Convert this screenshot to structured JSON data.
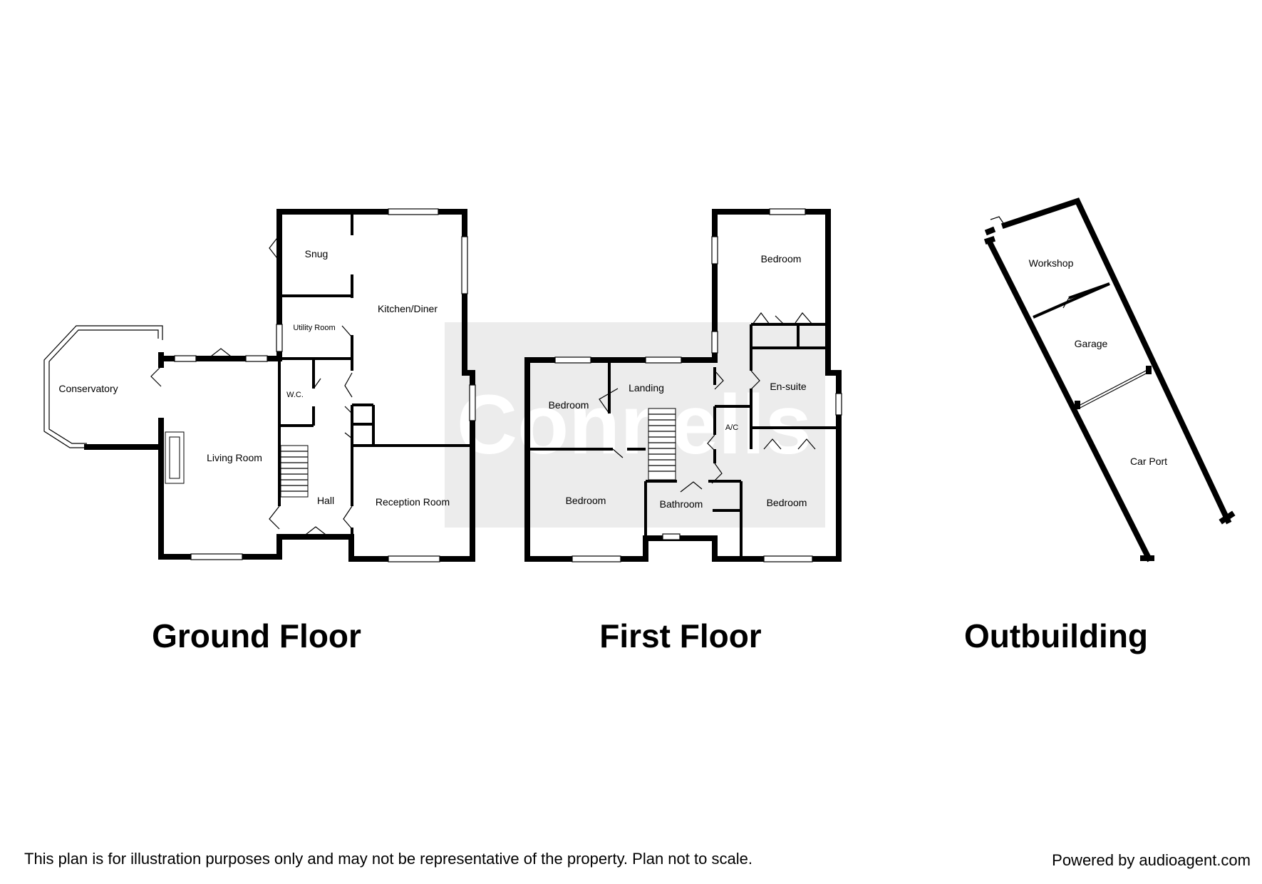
{
  "watermark": "Connells",
  "floors": {
    "ground": {
      "title": "Ground Floor",
      "rooms": {
        "conservatory": "Conservatory",
        "snug": "Snug",
        "utility": "Utility Room",
        "kitchen": "Kitchen/Diner",
        "wc": "W.C.",
        "living": "Living Room",
        "hall": "Hall",
        "reception": "Reception Room"
      }
    },
    "first": {
      "title": "First Floor",
      "rooms": {
        "bedroom_top": "Bedroom",
        "bedroom_left": "Bedroom",
        "landing": "Landing",
        "ensuite": "En-suite",
        "ac": "A/C",
        "bedroom_lower_left": "Bedroom",
        "bathroom": "Bathroom",
        "bedroom_lower_right": "Bedroom"
      }
    },
    "outbuilding": {
      "title": "Outbuilding",
      "rooms": {
        "workshop": "Workshop",
        "garage": "Garage",
        "carport": "Car Port"
      }
    }
  },
  "footer": {
    "disclaimer": "This plan is for illustration purposes only and may not be representative of the property. Plan not to scale.",
    "powered_by": "Powered by audioagent.com"
  }
}
